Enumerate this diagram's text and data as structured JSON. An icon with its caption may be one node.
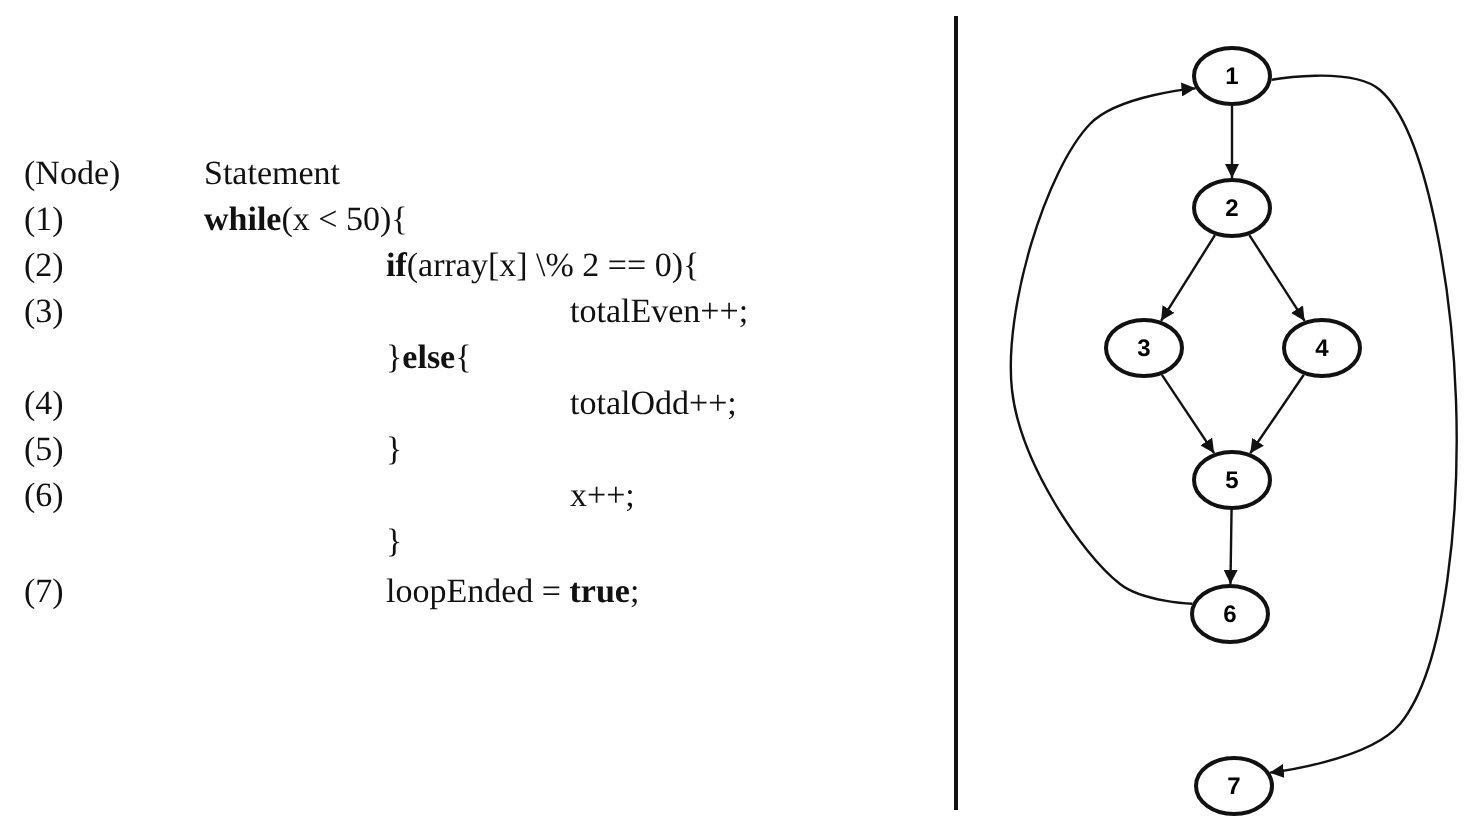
{
  "diagram": {
    "nodes": [
      {
        "text": [
          "1"
        ]
      },
      {
        "text": [
          "2"
        ]
      },
      {
        "text": [
          "3"
        ]
      },
      {
        "text": [
          "4"
        ]
      },
      {
        "text": [
          "5"
        ]
      },
      {
        "text": [
          "6"
        ]
      },
      {
        "text": [
          "7"
        ]
      }
    ],
    "edges": [
      {
        "from": 0,
        "to": 1,
        "arrow": "to"
      },
      {
        "from": 1,
        "to": 2,
        "arrow": "to"
      },
      {
        "from": 1,
        "to": 3,
        "arrow": "to"
      },
      {
        "from": 2,
        "to": 4,
        "arrow": "to"
      },
      {
        "from": 3,
        "to": 4,
        "arrow": "to"
      },
      {
        "from": 4,
        "to": 5,
        "arrow": "to"
      },
      {
        "from": 5,
        "to": 0,
        "arrow": "to"
      },
      {
        "from": 0,
        "to": 6,
        "arrow": "to"
      }
    ],
    "labels": [
      "(Node)",
      "Statement",
      "(1)",
      "**while**(x < 50){",
      "(2)",
      "**if**(array[x] \\% 2 == 0){",
      "(3)",
      "totalEven++;",
      "}**else**{",
      "(4)",
      "totalOdd++;",
      "(5)",
      "}",
      "(6)",
      "x++;",
      "}",
      "(7)",
      "loopEnded = **true**;"
    ]
  }
}
